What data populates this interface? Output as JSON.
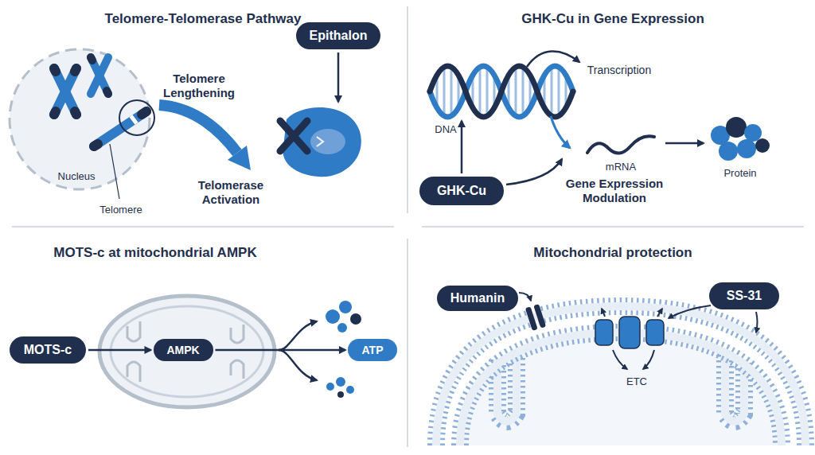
{
  "diagram": {
    "nodes": [
      {
        "text": [
          "Epithalon"
        ]
      },
      {
        "text": [
          "GHK-Cu"
        ]
      },
      {
        "text": [
          "MOTS-c"
        ]
      },
      {
        "text": [
          "AMPK"
        ]
      },
      {
        "text": [
          "ATP"
        ]
      },
      {
        "text": [
          "Humanin"
        ]
      },
      {
        "text": [
          "SS-31"
        ]
      }
    ],
    "edges": [
      {
        "from": 2,
        "to": 3,
        "arrow": "to"
      },
      {
        "from": 3,
        "to": 4,
        "arrow": "to"
      }
    ],
    "labels": [
      "Telomere-Telomerase Pathway",
      "Nucleus",
      "Telomere",
      "Telomere Lengthening",
      "Telomerase Activation",
      "GHK-Cu in Gene Expression",
      "Transcription",
      "DNA",
      "mRNA",
      "Protein",
      "Gene Expression Modulation",
      "MOTS-c at mitochondrial AMPK",
      "Mitochondrial protection",
      "ETC"
    ]
  }
}
